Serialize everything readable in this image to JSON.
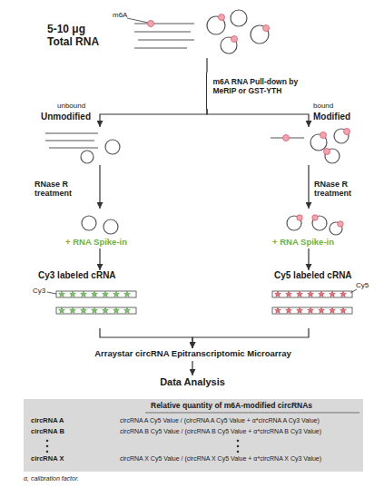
{
  "diagram": {
    "nodes": [
      {
        "text": [
          "5-10 μg Total RNA"
        ]
      },
      {
        "text": [
          "m6A RNA Pull-down by MeRIP or GST-YTH"
        ]
      },
      {
        "text": [
          "unbound",
          "Unmodified"
        ]
      },
      {
        "text": [
          "bound",
          "Modified"
        ]
      },
      {
        "text": [
          "RNase R treatment"
        ]
      },
      {
        "text": [
          "RNase R treatment"
        ]
      },
      {
        "text": [
          "Cy3 labeled cRNA"
        ]
      },
      {
        "text": [
          "Cy5 labeled cRNA"
        ]
      },
      {
        "text": [
          "Arraystar circRNA Epitranscriptomic Microarray"
        ]
      },
      {
        "text": [
          "Data Analysis"
        ]
      },
      {
        "text": [
          "Relative quantity of m6A-modified circRNAs",
          "circRNA A",
          "circRNA A Cy5 Value / (circRNA A Cy5 Value + α*circRNA A Cy3 Value)",
          "circRNA B",
          "circRNA B Cy5 Value / (circRNA B Cy5 Value + α*circRNA B Cy3 Value)",
          "circRNA X",
          "circRNA X Cy5 Value / (circRNA X Cy5 Value + α*circRNA X Cy3 Value)"
        ]
      }
    ],
    "edges": [
      {
        "from": 0,
        "to": 1,
        "arrow": "none"
      },
      {
        "from": 1,
        "to": 2,
        "arrow": "to"
      },
      {
        "from": 1,
        "to": 3,
        "arrow": "to"
      },
      {
        "from": 2,
        "to": 4,
        "arrow": "to"
      },
      {
        "from": 3,
        "to": 5,
        "arrow": "to"
      },
      {
        "from": 4,
        "to": 6,
        "arrow": "to"
      },
      {
        "from": 5,
        "to": 7,
        "arrow": "to"
      },
      {
        "from": 6,
        "to": 8,
        "arrow": "to"
      },
      {
        "from": 7,
        "to": 8,
        "arrow": "to"
      },
      {
        "from": 8,
        "to": 9,
        "arrow": "to"
      }
    ],
    "labels": [
      "m6A",
      "+ RNA Spike-in",
      "+ RNA Spike-in",
      "Cy3",
      "Cy5",
      "α, calibration factor."
    ]
  }
}
